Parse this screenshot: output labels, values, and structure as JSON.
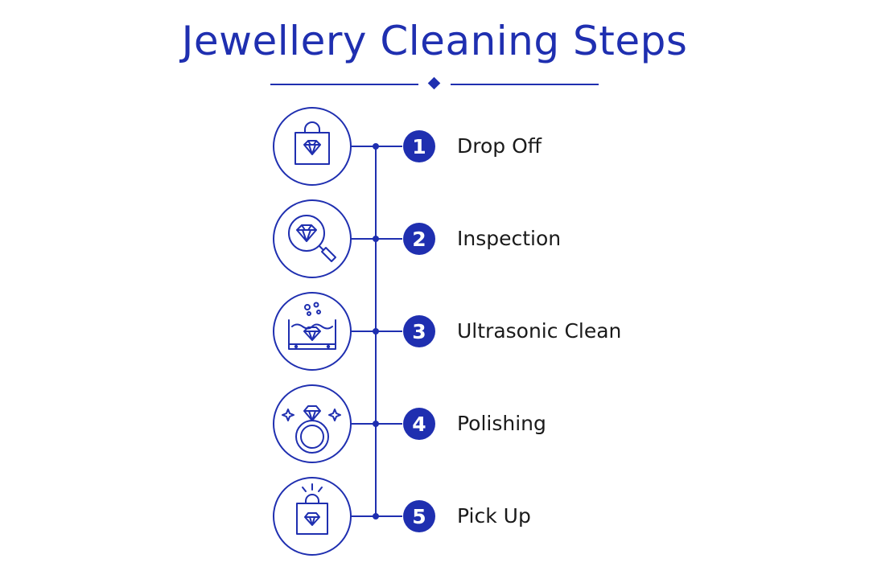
{
  "title": "Jewellery Cleaning Steps",
  "colors": {
    "primary": "#1f2fb0",
    "text": "#1a1a1a",
    "background": "#ffffff"
  },
  "steps": [
    {
      "number": "1",
      "label": "Drop Off",
      "icon": "shopping-bag-diamond-icon"
    },
    {
      "number": "2",
      "label": "Inspection",
      "icon": "magnifier-diamond-icon"
    },
    {
      "number": "3",
      "label": "Ultrasonic Clean",
      "icon": "ultrasonic-tank-icon"
    },
    {
      "number": "4",
      "label": "Polishing",
      "icon": "sparkling-ring-icon"
    },
    {
      "number": "5",
      "label": "Pick Up",
      "icon": "bag-ready-icon"
    }
  ]
}
